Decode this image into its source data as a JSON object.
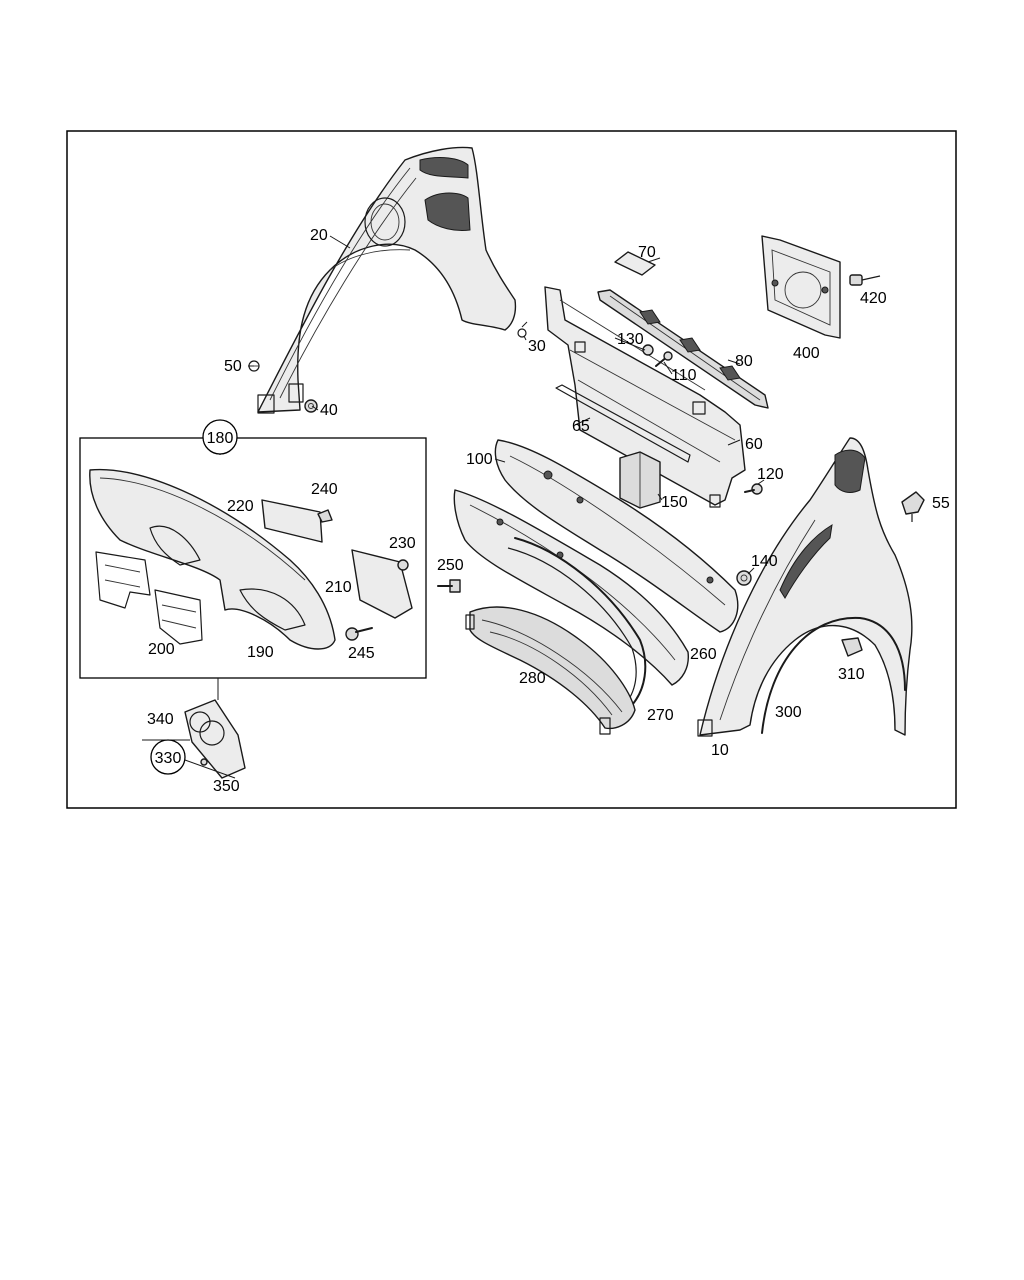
{
  "callouts": {
    "c10": "10",
    "c20": "20",
    "c30": "30",
    "c40": "40",
    "c50": "50",
    "c55": "55",
    "c60": "60",
    "c65": "65",
    "c70": "70",
    "c80": "80",
    "c100": "100",
    "c110": "110",
    "c120": "120",
    "c130": "130",
    "c140": "140",
    "c150": "150",
    "c180": "180",
    "c190": "190",
    "c200": "200",
    "c210": "210",
    "c220": "220",
    "c230": "230",
    "c240": "240",
    "c245": "245",
    "c250": "250",
    "c260": "260",
    "c270": "270",
    "c280": "280",
    "c300": "300",
    "c310": "310",
    "c330": "330",
    "c340": "340",
    "c350": "350",
    "c400": "400",
    "c420": "420"
  },
  "colors": {
    "line": "#1a1a1a",
    "background": "#ffffff",
    "shade": "#dcdcdc"
  }
}
